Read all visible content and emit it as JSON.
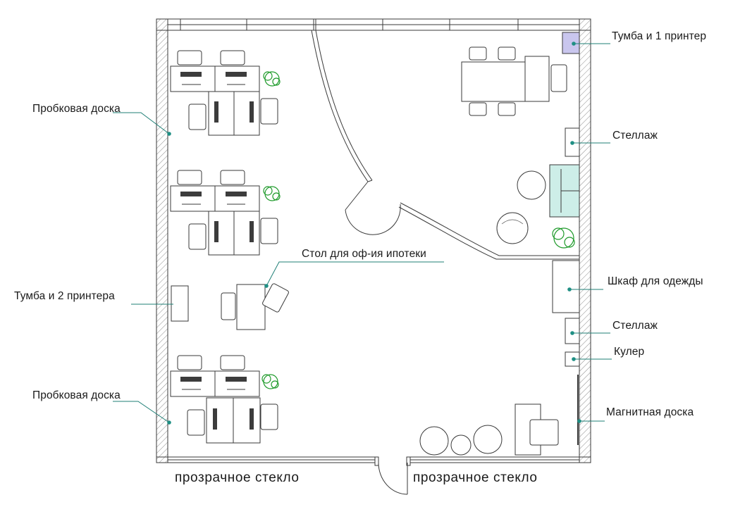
{
  "labels": {
    "printer_stand_1": "Тумба и 1 принтер",
    "cork_board_top": "Пробковая доска",
    "shelf_top": "Стеллаж",
    "mortgage_desk": "Стол для оф-ия ипотеки",
    "printer_stand_2": "Тумба и 2 принтера",
    "wardrobe": "Шкаф для одежды",
    "shelf_bottom": "Стеллаж",
    "cooler": "Кулер",
    "cork_board_bottom": "Пробковая доска",
    "magnetic_board": "Магнитная доска",
    "glass_left": "прозрачное стекло",
    "glass_right": "прозрачное стекло"
  },
  "colors": {
    "leader": "#1f7f76",
    "plant": "#1e9a2a",
    "sofa": "#cdeee8",
    "printer_stand": "#c9c6ee",
    "wall_hatch": "#6e6e6e"
  }
}
